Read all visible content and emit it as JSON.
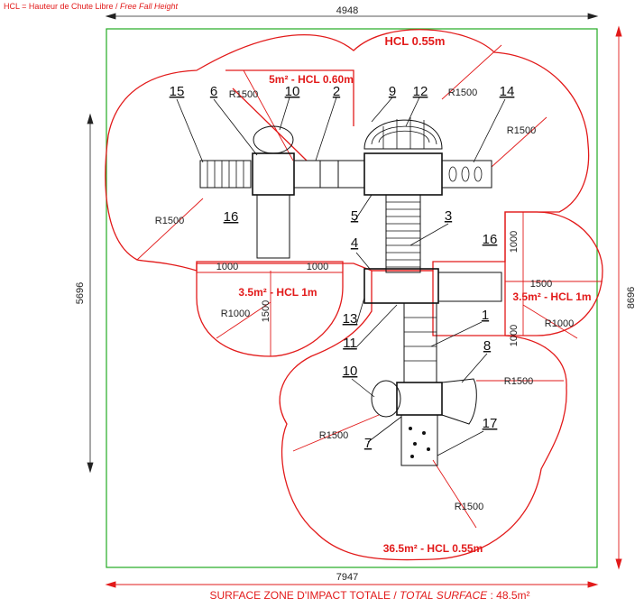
{
  "legend": {
    "abbr": "HCL = Hauteur de Chute Libre",
    "english": "Free Fall Height"
  },
  "dimensions": {
    "top_width": "4948",
    "left_height": "5696",
    "right_height": "8696",
    "bottom_width": "7947"
  },
  "zones": {
    "top": "HCL 0.55m",
    "upper_small": "5m² - HCL 0.60m",
    "left_small": "3.5m² - HCL 1m",
    "right_small": "3.5m² - HCL 1m",
    "bottom_large": "36.5m² - HCL 0.55m"
  },
  "radii": {
    "r1500": "R1500",
    "r1000": "R1000"
  },
  "small_dims": {
    "d1000": "1000",
    "d1500": "1500"
  },
  "part_labels": [
    "1",
    "2",
    "3",
    "4",
    "5",
    "6",
    "7",
    "8",
    "9",
    "10",
    "11",
    "12",
    "13",
    "14",
    "15",
    "16",
    "17"
  ],
  "footer": {
    "fr": "SURFACE ZONE D'IMPACT TOTALE / ",
    "en": "TOTAL SURFACE",
    "value": " : 48.5m²"
  },
  "colors": {
    "zone": "#e21a1a",
    "frame": "#22aa22",
    "ink": "#111111"
  }
}
